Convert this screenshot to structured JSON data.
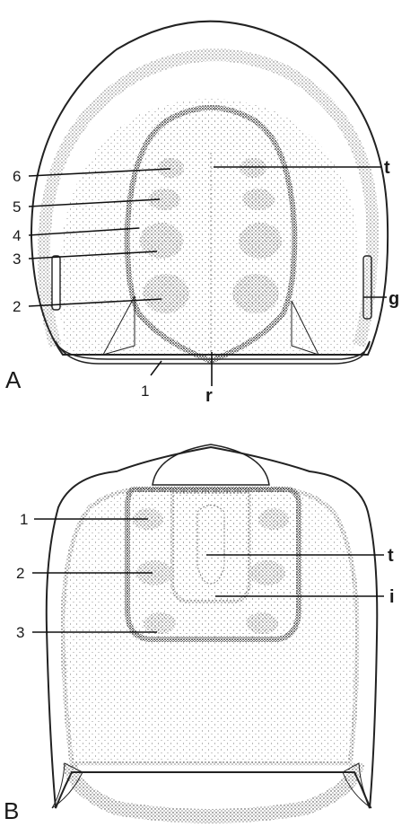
{
  "panels": [
    {
      "letter": "A",
      "left_numbers": [
        "6",
        "5",
        "4",
        "3",
        "2"
      ],
      "bottom_number": "1",
      "letters": {
        "top_right": "t",
        "right": "g",
        "bottom": "r"
      }
    },
    {
      "letter": "B",
      "left_numbers": [
        "1",
        "2",
        "3"
      ],
      "letters": {
        "upper_right": "t",
        "lower_right": "i"
      }
    }
  ],
  "colors": {
    "ink": "#1a1a1a",
    "paper": "#ffffff"
  }
}
